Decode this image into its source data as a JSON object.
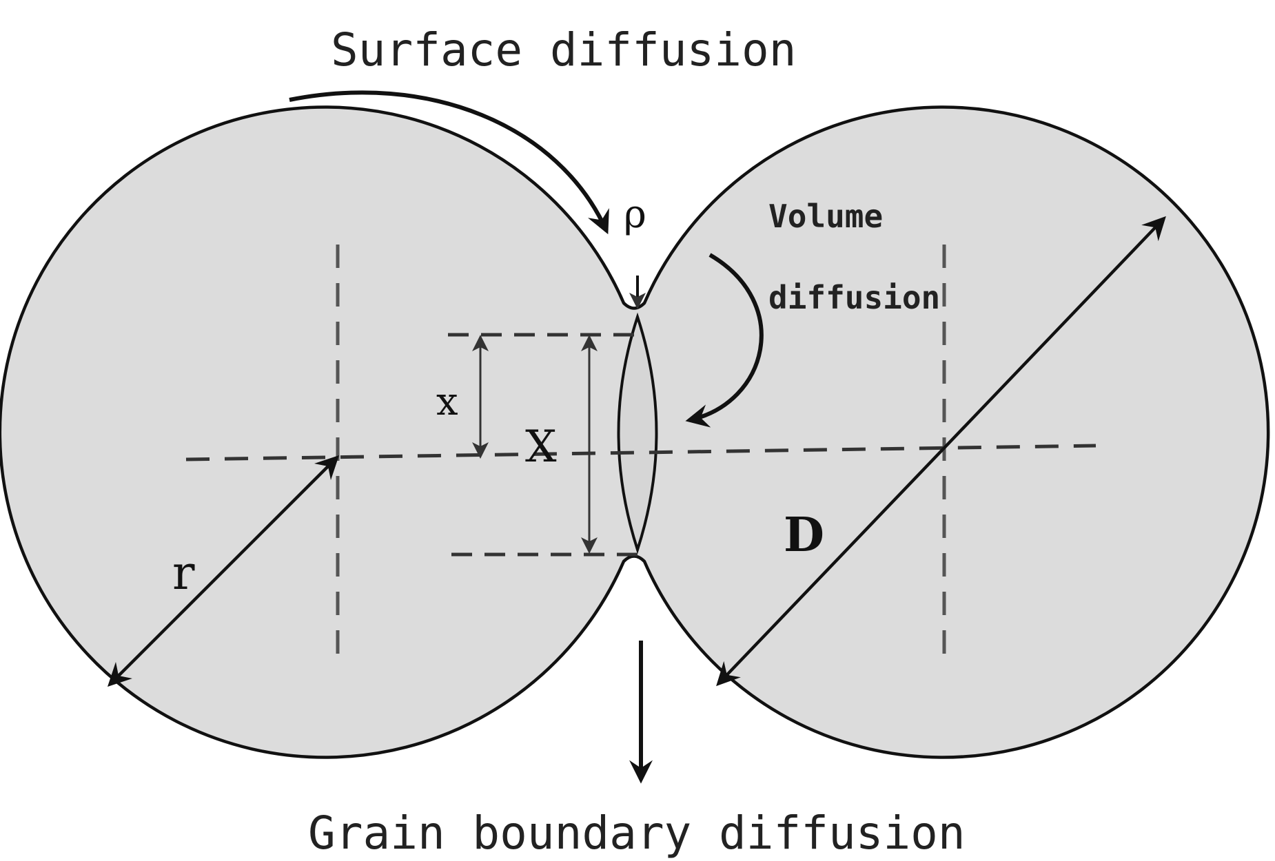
{
  "labels": {
    "surface_diffusion": "Surface diffusion",
    "volume_line1": "Volume",
    "volume_line2": "diffusion",
    "grain_boundary_diffusion": "Grain boundary diffusion",
    "rho": "ρ",
    "x_small": "x",
    "x_large": "X",
    "radius": "r",
    "diameter": "D"
  },
  "colors": {
    "particle_fill": "#dcdcdc",
    "outline": "#111111",
    "dash": "#555555",
    "background": "#ffffff"
  }
}
